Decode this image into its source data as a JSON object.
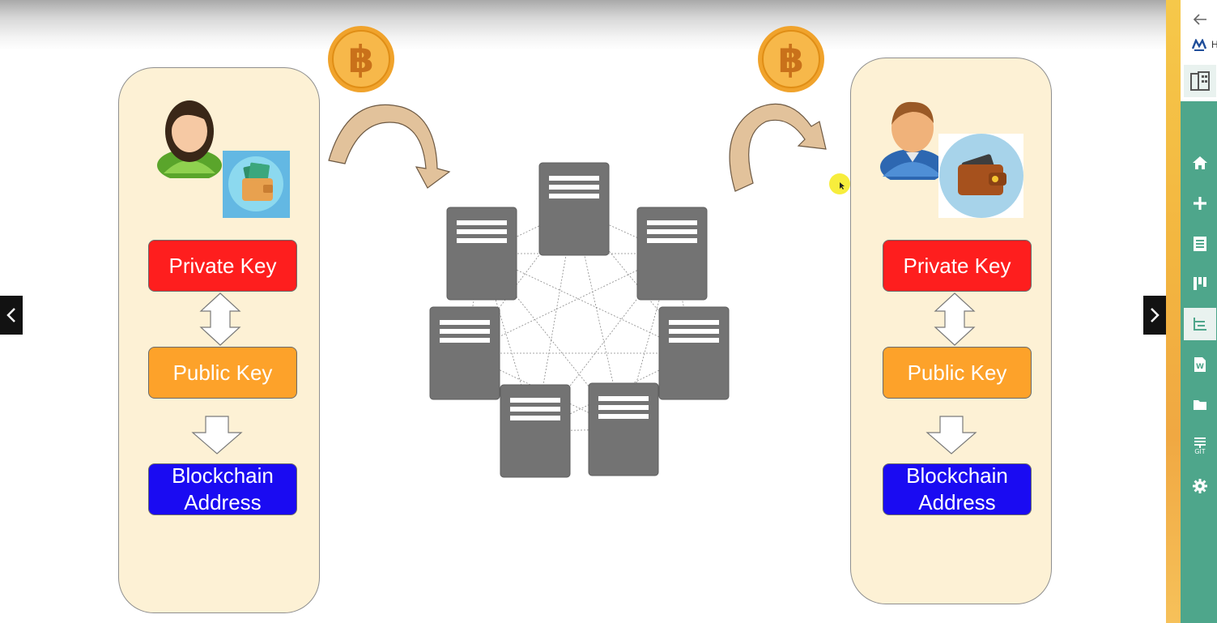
{
  "slide": {
    "left_panel": {
      "private_key": "Private Key",
      "public_key": "Public Key",
      "address_line1": "Blockchain",
      "address_line2": "Address"
    },
    "right_panel": {
      "private_key": "Private Key",
      "public_key": "Public Key",
      "address_line1": "Blockchain",
      "address_line2": "Address"
    },
    "network_nodes": 7
  },
  "sidebar": {
    "header_letter": "H",
    "items": [
      "home-icon",
      "add-icon",
      "list-icon",
      "board-icon",
      "outline-icon",
      "word-doc-icon",
      "folder-icon",
      "git-icon",
      "settings-icon"
    ],
    "git_label": "GIT"
  },
  "colors": {
    "panel_bg": "#fdf1d5",
    "private_key": "#fe1e1e",
    "public_key": "#fda22a",
    "address": "#1a0bf2",
    "node": "#737373",
    "coin": "#f3a935",
    "sidebar": "#4ea68b"
  }
}
